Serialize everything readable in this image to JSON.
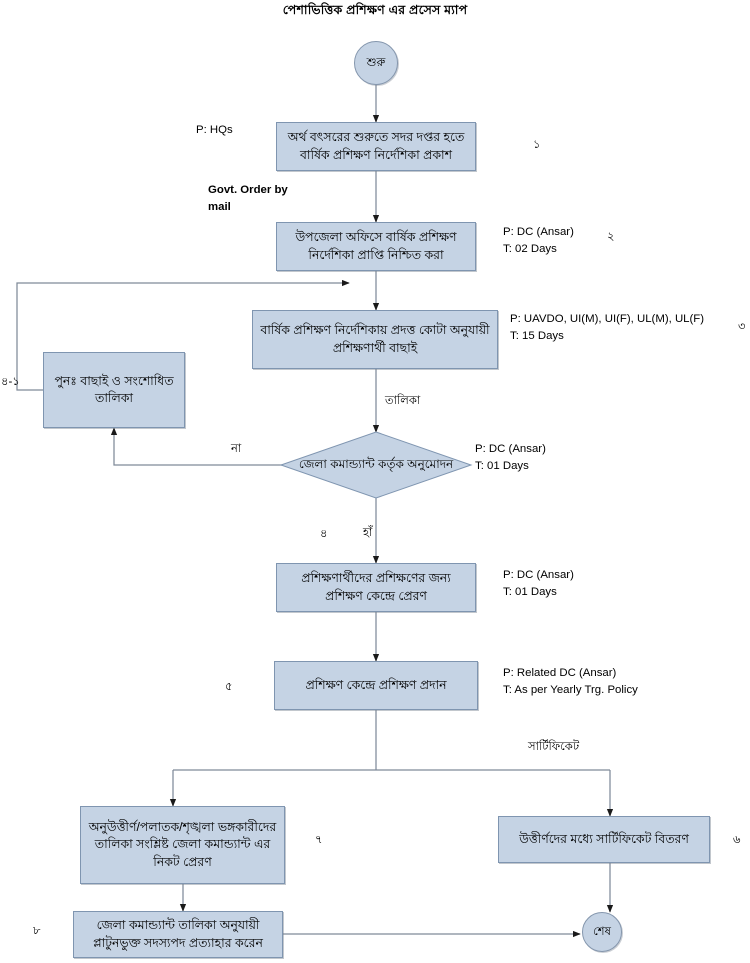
{
  "page": {
    "title": "পেশাভিত্তিক প্রশিক্ষণ এর প্রসেস ম্যাপ"
  },
  "colors": {
    "node_fill": "#c5d3e4",
    "node_border": "#7f95b0",
    "line": "#7f8a99",
    "text": "#000000"
  },
  "nodes": {
    "start": {
      "label": "শুরু"
    },
    "end": {
      "label": "শেষ"
    },
    "box1": {
      "label": "অর্থ বৎসরের শুরুতে সদর দপ্তর হতে বার্ষিক প্রশিক্ষণ নির্দেশিকা প্রকাশ"
    },
    "box2": {
      "label": "উপজেলা অফিসে বার্ষিক প্রশিক্ষণ নির্দেশিকা প্রাপ্তি নিশ্চিত করা"
    },
    "box3": {
      "label": "বার্ষিক প্রশিক্ষণ নির্দেশিকায় প্রদত্ত কোটা অনুযায়ী প্রশিক্ষণার্থী বাছাই"
    },
    "box41": {
      "label": "পুনঃ  বাছাই ও সংশোধিত তালিকা"
    },
    "decision": {
      "label": "জেলা কমান্ড্যান্ট কর্তৃক অনুমোদন"
    },
    "box4": {
      "label": "প্রশিক্ষণার্থীদের প্রশিক্ষণের জন্য প্রশিক্ষণ কেন্দ্রে প্রেরণ"
    },
    "box5": {
      "label": "প্রশিক্ষণ কেন্দ্রে প্রশিক্ষণ প্রদান"
    },
    "box7": {
      "label": "অনুউত্তীর্ণ/পলাতক/শৃঙ্খলা ভঙ্গকারীদের তালিকা সংশ্লিষ্ট  জেলা কমান্ড্যান্ট এর নিকট প্রেরণ"
    },
    "box6": {
      "label": "উত্তীর্ণদের মধ্যে সার্টিফিকেট বিতরণ"
    },
    "box8": {
      "label": "জেলা কমান্ড্যান্ট তালিকা অনুযায়ী প্লাটুনভুক্ত সদস্যপদ প্রত্যাহার করেন"
    }
  },
  "annotations": {
    "p_hqs": "P: HQs",
    "govt_order": "Govt. Order by\nmail",
    "p_dc_2days": "P: DC (Ansar)\nT: 02 Days",
    "p_uavdo_15days": "P: UAVDO, UI(M), UI(F), UL(M), UL(F)\nT: 15 Days",
    "p_dc_1days_decision": "P: DC (Ansar)\nT: 01 Days",
    "p_dc_1days_box4": "P: DC (Ansar)\nT: 01 Days",
    "p_related_dc": "P: Related DC (Ansar)\nT: As per Yearly Trg. Policy"
  },
  "edge_labels": {
    "talika": "তালিকা",
    "na": "না",
    "ha": "হাঁ",
    "certificate": "সার্টিফিকেট"
  },
  "numbers": {
    "n1": "১",
    "n2": "২",
    "n3": "৩",
    "n41": "৪-১",
    "n4": "৪",
    "n5": "৫",
    "n6": "৬",
    "n7": "৭",
    "n8": "৮"
  }
}
